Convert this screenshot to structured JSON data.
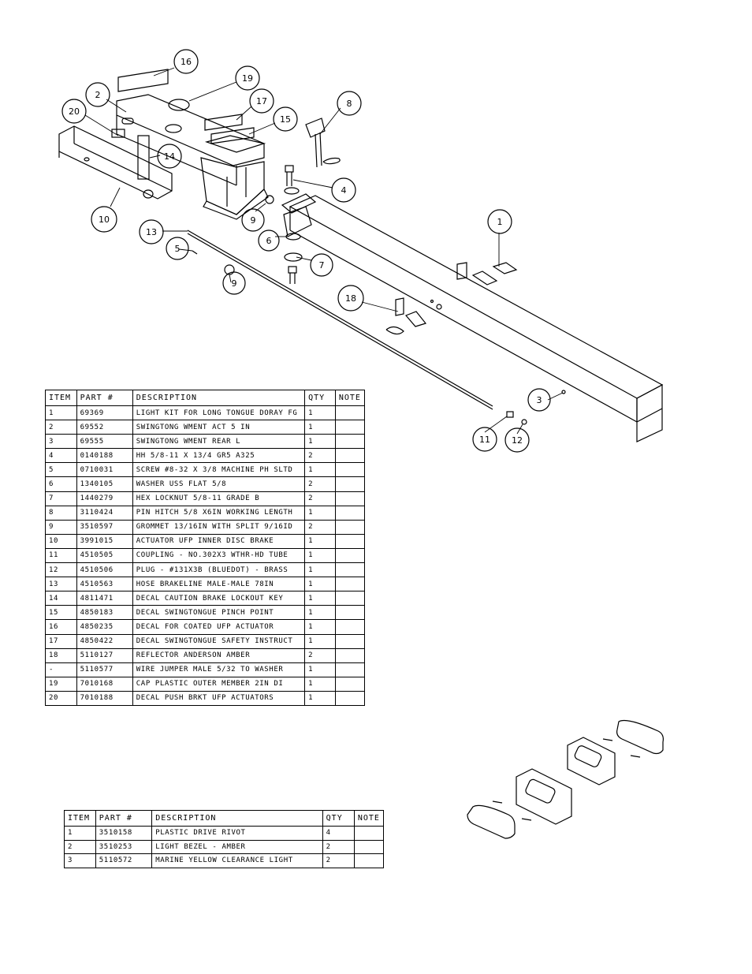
{
  "bom_main": {
    "headers": [
      "ITEM",
      "PART #",
      "DESCRIPTION",
      "QTY",
      "NOTE"
    ],
    "rows": [
      {
        "item": "1",
        "part": "69369",
        "description": "LIGHT KIT FOR LONG TONGUE DORAY FG",
        "qty": "1",
        "note": ""
      },
      {
        "item": "2",
        "part": "69552",
        "description": "SWINGTONG WMENT ACT 5 IN",
        "qty": "1",
        "note": ""
      },
      {
        "item": "3",
        "part": "69555",
        "description": "SWINGTONG WMENT REAR L",
        "qty": "1",
        "note": ""
      },
      {
        "item": "4",
        "part": "0140188",
        "description": "HH 5/8-11 X 13/4 GR5 A325",
        "qty": "2",
        "note": ""
      },
      {
        "item": "5",
        "part": "0710031",
        "description": "SCREW #8-32 X 3/8 MACHINE PH SLTD",
        "qty": "1",
        "note": ""
      },
      {
        "item": "6",
        "part": "1340105",
        "description": "WASHER USS FLAT 5/8",
        "qty": "2",
        "note": ""
      },
      {
        "item": "7",
        "part": "1440279",
        "description": "HEX LOCKNUT 5/8-11 GRADE B",
        "qty": "2",
        "note": ""
      },
      {
        "item": "8",
        "part": "3110424",
        "description": "PIN HITCH 5/8 X6IN WORKING LENGTH",
        "qty": "1",
        "note": ""
      },
      {
        "item": "9",
        "part": "3510597",
        "description": "GROMMET 13/16IN WITH SPLIT 9/16ID",
        "qty": "2",
        "note": ""
      },
      {
        "item": "10",
        "part": "3991015",
        "description": "ACTUATOR UFP INNER DISC BRAKE",
        "qty": "1",
        "note": ""
      },
      {
        "item": "11",
        "part": "4510505",
        "description": "COUPLING - NO.302X3 WTHR-HD TUBE",
        "qty": "1",
        "note": ""
      },
      {
        "item": "12",
        "part": "4510506",
        "description": "PLUG - #131X3B (BLUEDOT) - BRASS",
        "qty": "1",
        "note": ""
      },
      {
        "item": "13",
        "part": "4510563",
        "description": "HOSE BRAKELINE MALE-MALE 78IN",
        "qty": "1",
        "note": ""
      },
      {
        "item": "14",
        "part": "4811471",
        "description": "DECAL CAUTION BRAKE LOCKOUT KEY",
        "qty": "1",
        "note": ""
      },
      {
        "item": "15",
        "part": "4850183",
        "description": "DECAL SWINGTONGUE PINCH POINT",
        "qty": "1",
        "note": ""
      },
      {
        "item": "16",
        "part": "4850235",
        "description": "DECAL FOR COATED UFP ACTUATOR",
        "qty": "1",
        "note": ""
      },
      {
        "item": "17",
        "part": "4850422",
        "description": "DECAL SWINGTONGUE SAFETY INSTRUCT",
        "qty": "1",
        "note": ""
      },
      {
        "item": "18",
        "part": "5110127",
        "description": "REFLECTOR ANDERSON AMBER",
        "qty": "2",
        "note": ""
      },
      {
        "item": "-",
        "part": "5110577",
        "description": "WIRE JUMPER MALE 5/32 TO WASHER",
        "qty": "1",
        "note": ""
      },
      {
        "item": "19",
        "part": "7010168",
        "description": "CAP PLASTIC OUTER MEMBER 2IN DI",
        "qty": "1",
        "note": ""
      },
      {
        "item": "20",
        "part": "7010188",
        "description": "DECAL PUSH BRKT UFP ACTUATORS",
        "qty": "1",
        "note": ""
      }
    ]
  },
  "bom_light": {
    "headers": [
      "ITEM",
      "PART #",
      "DESCRIPTION",
      "QTY",
      "NOTE"
    ],
    "rows": [
      {
        "item": "1",
        "part": "3510158",
        "description": "PLASTIC DRIVE RIVOT",
        "qty": "4",
        "note": ""
      },
      {
        "item": "2",
        "part": "3510253",
        "description": "LIGHT BEZEL - AMBER",
        "qty": "2",
        "note": ""
      },
      {
        "item": "3",
        "part": "5110572",
        "description": "MARINE YELLOW CLEARANCE LIGHT",
        "qty": "2",
        "note": ""
      }
    ]
  },
  "balloons": [
    "16",
    "19",
    "2",
    "17",
    "20",
    "15",
    "8",
    "14",
    "4",
    "10",
    "9",
    "1",
    "13",
    "6",
    "5",
    "7",
    "9",
    "18",
    "3",
    "11",
    "12"
  ]
}
